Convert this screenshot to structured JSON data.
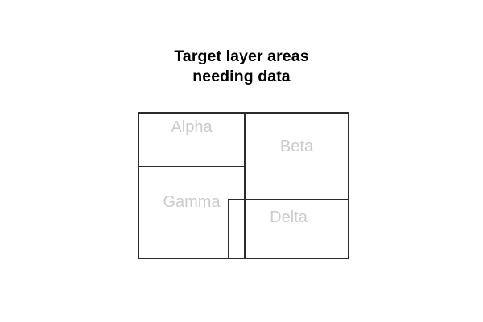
{
  "title": "Target layer areas\nneeding data",
  "colors": {
    "background": "#ffffff",
    "rect_border": "#2b2b2b",
    "label_text": "#cbcbcb",
    "title_text": "#000000"
  },
  "layers": [
    {
      "id": "alpha",
      "label": "Alpha"
    },
    {
      "id": "beta",
      "label": "Beta"
    },
    {
      "id": "gamma",
      "label": "Gamma"
    },
    {
      "id": "delta",
      "label": "Delta"
    }
  ]
}
